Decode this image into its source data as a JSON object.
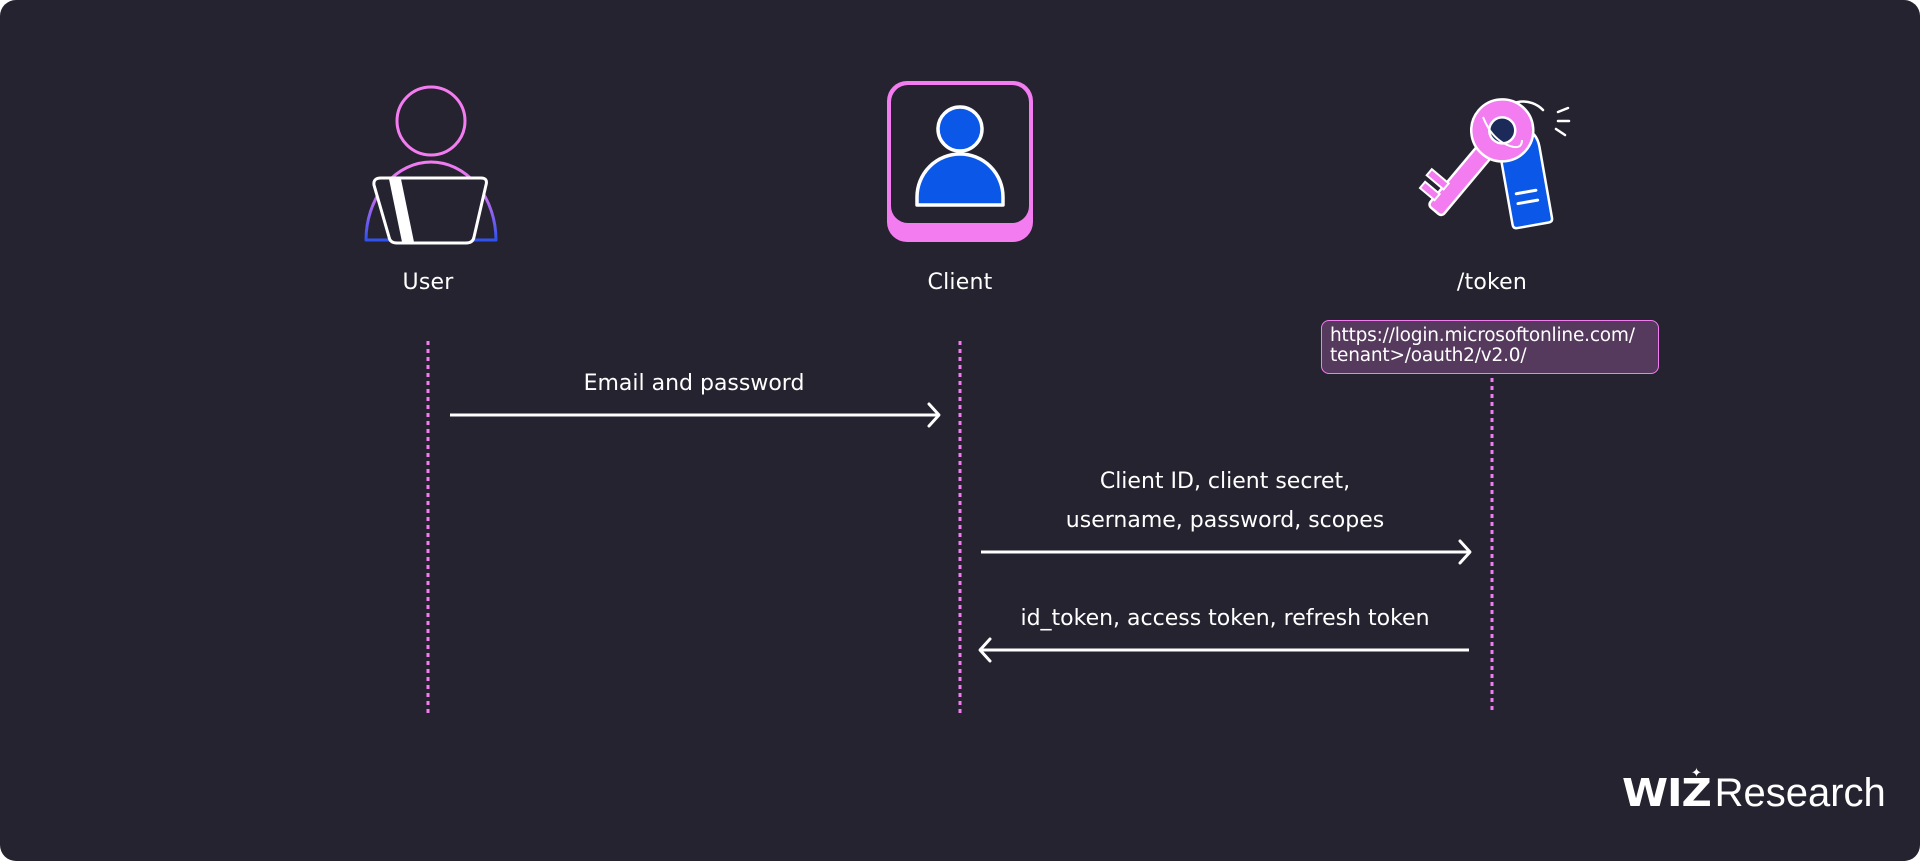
{
  "diagram": {
    "type": "sequence-diagram",
    "colors": {
      "background": "#252330",
      "accent_pink": "#f47cf1",
      "accent_blue": "#0a57e8",
      "lifeline": "#f47cf1",
      "text": "#ffffff",
      "endpoint_box_fill": "#553a5e"
    },
    "actors": [
      {
        "id": "user",
        "label": "User",
        "icon": "user-laptop-icon"
      },
      {
        "id": "client",
        "label": "Client",
        "icon": "client-app-icon"
      },
      {
        "id": "token",
        "label": "/token",
        "icon": "key-tag-icon"
      }
    ],
    "endpoint": {
      "line1": "https://login.microsoftonline.com/",
      "line2": "tenant>/oauth2/v2.0/"
    },
    "messages": [
      {
        "from": "user",
        "to": "client",
        "direction": "right",
        "lines": [
          "Email and password"
        ]
      },
      {
        "from": "client",
        "to": "token",
        "direction": "right",
        "lines": [
          "Client ID, client secret,",
          "username, password, scopes"
        ]
      },
      {
        "from": "token",
        "to": "client",
        "direction": "left",
        "lines": [
          "id_token, access token, refresh token"
        ]
      }
    ],
    "branding": {
      "logo_bold": "WIZ",
      "logo_star": "✦",
      "logo_text": "Research"
    }
  }
}
